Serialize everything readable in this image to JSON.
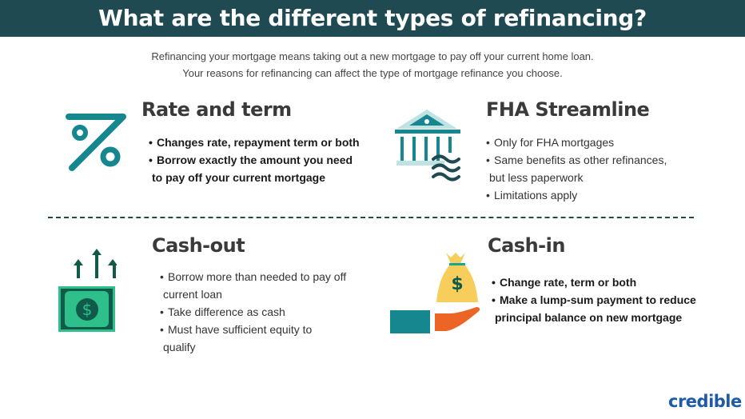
{
  "title": "What are the different types of refinancing?",
  "intro": [
    "Refinancing your mortgage means taking out a new mortgage to pay off your current home loan.",
    "Your reasons for refinancing can affect the type of mortgage refinance you choose."
  ],
  "sections": [
    {
      "title": "Rate and term",
      "icon": "percent-icon",
      "bullets": [
        {
          "text": "Changes rate, repayment term or both"
        },
        {
          "text": "Borrow exactly the amount you need",
          "cont": "to pay off your current mortgage"
        }
      ]
    },
    {
      "title": "FHA Streamline",
      "icon": "bank-building-icon",
      "bullets": [
        {
          "text": "Only for FHA mortgages"
        },
        {
          "text": "Same benefits as other refinances,",
          "cont": "but less paperwork"
        },
        {
          "text": "Limitations apply"
        }
      ]
    },
    {
      "title": "Cash-out",
      "icon": "money-bill-arrows-up-icon",
      "bullets": [
        {
          "text": "Borrow more than needed to pay off",
          "cont": "current loan"
        },
        {
          "text": "Take difference as cash"
        },
        {
          "text": "Must have sufficient equity to",
          "cont": "qualify"
        }
      ]
    },
    {
      "title": "Cash-in",
      "icon": "money-bag-hand-icon",
      "bullets": [
        {
          "text": "Change rate, term or both"
        },
        {
          "text": "Make a lump-sum payment to reduce",
          "cont": "principal balance on new mortgage"
        }
      ]
    }
  ],
  "logo": "credible",
  "colors": {
    "header": "#1f4a51",
    "teal": "#16878f",
    "green": "#2fbf8a",
    "dark_green": "#0f5a48",
    "gold": "#f7cd5c",
    "orange": "#ec6524",
    "logo": "#1f5aa6"
  }
}
